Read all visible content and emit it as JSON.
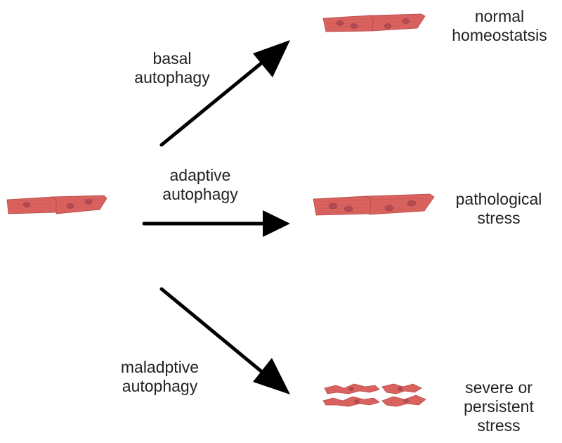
{
  "diagram": {
    "arrows": [
      {
        "id": "basal",
        "label_lines": [
          "basal",
          "autophagy"
        ]
      },
      {
        "id": "adaptive",
        "label_lines": [
          "adaptive",
          "autophagy"
        ]
      },
      {
        "id": "maladaptive",
        "label_lines": [
          "maladptive",
          "autophagy"
        ]
      }
    ],
    "outcomes": [
      {
        "id": "normal",
        "label_lines": [
          "normal",
          "homeostatsis"
        ]
      },
      {
        "id": "pathological",
        "label_lines": [
          "pathological",
          "stress"
        ]
      },
      {
        "id": "severe",
        "label_lines": [
          "severe or",
          "persistent",
          "stress"
        ]
      }
    ],
    "colors": {
      "cell_fill": "#d9625e",
      "cell_stroke": "#b44a47",
      "nucleus": "#b24a52",
      "striation": "#c65652",
      "arrow": "#000000",
      "text": "#222222"
    }
  }
}
